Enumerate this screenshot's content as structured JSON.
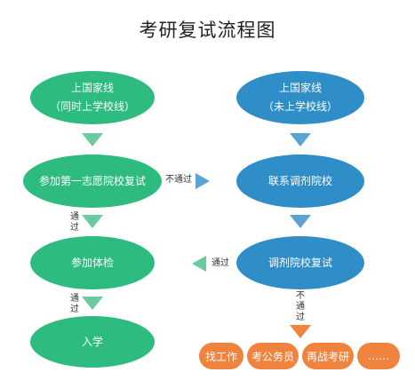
{
  "title": "考研复试流程图",
  "left": {
    "n1_line1": "上国家线",
    "n1_line2": "（同时上学校线）",
    "n2": "参加第一志愿院校复试",
    "n3": "参加体检",
    "n4": "入学"
  },
  "right": {
    "n1_line1": "上国家线",
    "n1_line2": "（未上学校线）",
    "n2": "联系调剂院校",
    "n3": "调剂院校复试"
  },
  "outcomes": [
    "找工作",
    "考公务员",
    "再战考研",
    "……"
  ],
  "labels": {
    "fail_right": "不通过",
    "pass_left": "通过",
    "pass_down_1": [
      "通",
      "过"
    ],
    "pass_down_2": [
      "通",
      "过"
    ],
    "fail_down": [
      "不",
      "通",
      "过"
    ]
  },
  "colors": {
    "green": "#2dbb7f",
    "green_arrow": "#6ccaa3",
    "blue": "#2f8ec8",
    "blue_arrow": "#5aa4d4",
    "orange": "#f0843e"
  }
}
